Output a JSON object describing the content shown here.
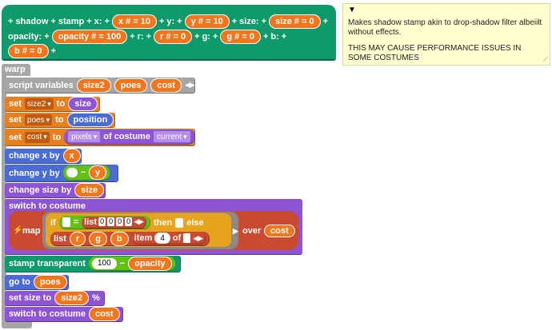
{
  "hat": {
    "name": "shadow",
    "kw_stamp": "stamp",
    "kw_x": "x:",
    "kw_y": "y:",
    "kw_size": "size:",
    "kw_opacity": "opacity:",
    "kw_r": "r:",
    "kw_g": "g:",
    "kw_b": "b:",
    "param_x": "x # = 10",
    "param_y": "y # = 10",
    "param_size": "size # = 0",
    "param_opacity": "opacity # = 100",
    "param_r": "r # = 0",
    "param_g": "g # = 0",
    "param_b": "b # = 0",
    "plus": "+"
  },
  "comment": {
    "text1": "Makes shadow stamp akin to drop-shadow filter albeiilt without effects.",
    "text2": "THIS MAY CAUSE PERFORMANCE ISSUES IN SOME COSTUMES"
  },
  "script": {
    "warp": "warp",
    "script_variables": "script variables",
    "var_size2": "size2",
    "var_poes": "poes",
    "var_cost": "cost",
    "set": "set",
    "to": "to",
    "rep_size": "size",
    "rep_position": "position",
    "pixels": "pixels",
    "of_costume": "of costume",
    "current": "current",
    "change_x_by": "change x by",
    "rep_x": "x",
    "change_y_by": "change y by",
    "minus": "−",
    "rep_y": "y",
    "change_size_by": "change size by",
    "switch_to_costume": "switch to costume",
    "map": "map",
    "if": "if",
    "eq": "=",
    "list": "list",
    "zero": "0",
    "then": "then",
    "else": "else",
    "rep_r": "r",
    "rep_g": "g",
    "rep_b": "b",
    "item": "item",
    "four": "4",
    "of": "of",
    "over": "over",
    "rep_cost": "cost",
    "stamp_transparent": "stamp transparent",
    "hundred": "100",
    "rep_opacity": "opacity",
    "go_to": "go to",
    "rep_poes": "poes",
    "set_size_to": "set size to",
    "rep_size2": "size2",
    "percent": "%",
    "switch_to_costume2": "switch to costume"
  },
  "colors": {
    "hat": "#0e9a6c",
    "variables": "#f3761d",
    "looks": "#8d55d6",
    "motion": "#4a6cd4",
    "pen": "#0e9a6c",
    "lists": "#c94a30",
    "control": "#e7a21e",
    "comment": "#ffffd2"
  }
}
